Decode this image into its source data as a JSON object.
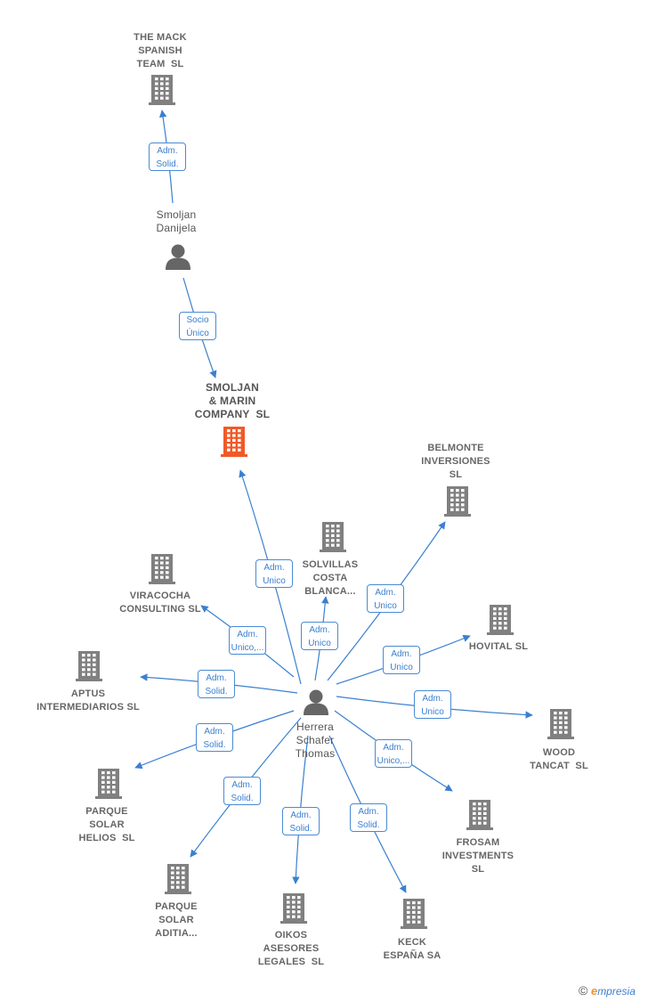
{
  "colors": {
    "edge": "#3b7fd0",
    "building": "#808080",
    "focus": "#f05a28",
    "person": "#666666"
  },
  "nodes": [
    {
      "id": "mack",
      "type": "company",
      "label": "THE MACK\nSPANISH\nTEAM  SL"
    },
    {
      "id": "smoljan_d",
      "type": "person",
      "label": "Smoljan\nDanijela"
    },
    {
      "id": "smoljan_co",
      "type": "focus",
      "label": "SMOLJAN\n& MARIN\nCOMPANY  SL"
    },
    {
      "id": "belmonte",
      "type": "company",
      "label": "BELMONTE\nINVERSIONES\nSL"
    },
    {
      "id": "solvillas",
      "type": "company",
      "label": "SOLVILLAS\nCOSTA\nBLANCA..."
    },
    {
      "id": "viracocha",
      "type": "company",
      "label": "VIRACOCHA\nCONSULTING SL"
    },
    {
      "id": "hovital",
      "type": "company",
      "label": "HOVITAL SL"
    },
    {
      "id": "aptus",
      "type": "company",
      "label": "APTUS\nINTERMEDIARIOS SL"
    },
    {
      "id": "herrera",
      "type": "person",
      "label": "Herrera\nSchafer\nThomas"
    },
    {
      "id": "wood",
      "type": "company",
      "label": "WOOD\nTANCAT  SL"
    },
    {
      "id": "helios",
      "type": "company",
      "label": "PARQUE\nSOLAR\nHELIOS  SL"
    },
    {
      "id": "frosam",
      "type": "company",
      "label": "FROSAM\nINVESTMENTS\nSL"
    },
    {
      "id": "aditia",
      "type": "company",
      "label": "PARQUE\nSOLAR\nADITIA..."
    },
    {
      "id": "oikos",
      "type": "company",
      "label": "OIKOS\nASESORES\nLEGALES  SL"
    },
    {
      "id": "keck",
      "type": "company",
      "label": "KECK\nESPAÑA SA"
    }
  ],
  "edges": [
    {
      "from": "smoljan_d",
      "to": "mack",
      "label": "Adm.\nSolid."
    },
    {
      "from": "smoljan_d",
      "to": "smoljan_co",
      "label": "Socio\nÚnico"
    },
    {
      "from": "herrera",
      "to": "smoljan_co",
      "label": "Adm.\nUnico"
    },
    {
      "from": "herrera",
      "to": "solvillas",
      "label": "Adm.\nUnico"
    },
    {
      "from": "herrera",
      "to": "belmonte",
      "label": "Adm.\nUnico"
    },
    {
      "from": "herrera",
      "to": "viracocha",
      "label": "Adm.\nUnico,..."
    },
    {
      "from": "herrera",
      "to": "hovital",
      "label": "Adm.\nUnico"
    },
    {
      "from": "herrera",
      "to": "aptus",
      "label": "Adm.\nSolid."
    },
    {
      "from": "herrera",
      "to": "wood",
      "label": "Adm.\nUnico"
    },
    {
      "from": "herrera",
      "to": "helios",
      "label": "Adm.\nSolid."
    },
    {
      "from": "herrera",
      "to": "frosam",
      "label": "Adm.\nUnico,..."
    },
    {
      "from": "herrera",
      "to": "aditia",
      "label": "Adm.\nSolid."
    },
    {
      "from": "herrera",
      "to": "oikos",
      "label": "Adm.\nSolid."
    },
    {
      "from": "herrera",
      "to": "keck",
      "label": "Adm.\nSolid."
    }
  ],
  "footer": {
    "copyright": "©",
    "brand_e": "e",
    "brand_rest": "mpresia"
  }
}
